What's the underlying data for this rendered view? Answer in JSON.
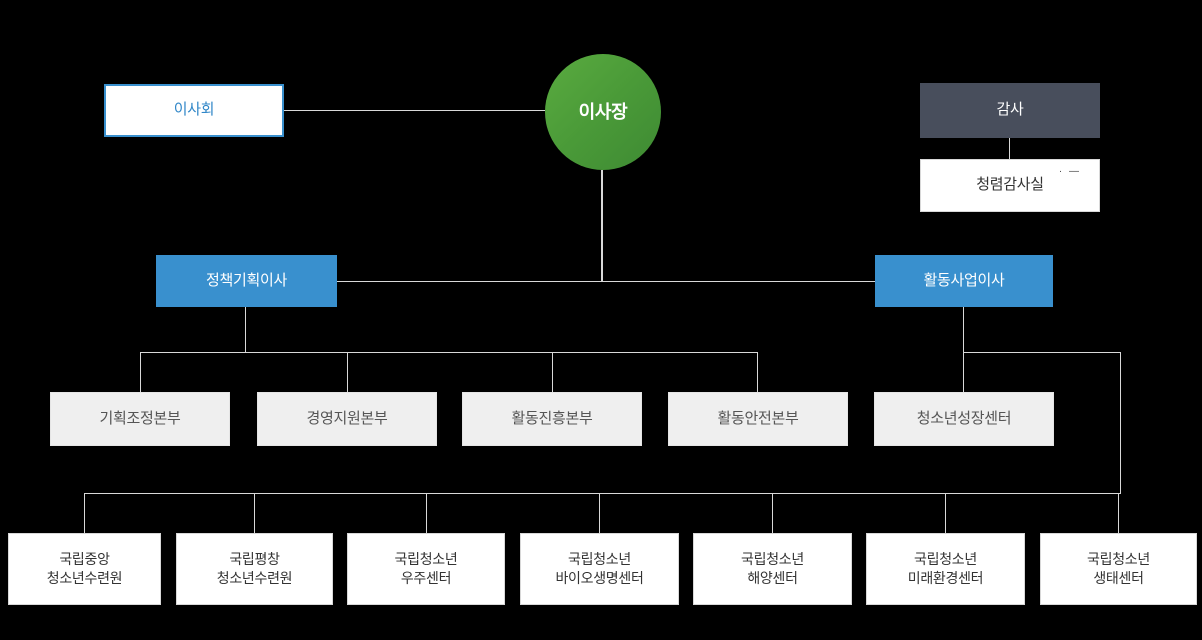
{
  "org_chart": {
    "chairman": "이사장",
    "board": "이사회",
    "auditor": "감사",
    "audit_office": "청렴감사실",
    "audit_office_mark": "· —",
    "directors": [
      {
        "label": "정책기획이사"
      },
      {
        "label": "활동사업이사"
      }
    ],
    "headquarters": [
      {
        "label": "기획조정본부"
      },
      {
        "label": "경영지원본부"
      },
      {
        "label": "활동진흥본부"
      },
      {
        "label": "활동안전본부"
      },
      {
        "label": "청소년성장센터"
      }
    ],
    "national_centers": [
      {
        "line1": "국립중앙",
        "line2": "청소년수련원"
      },
      {
        "line1": "국립평창",
        "line2": "청소년수련원"
      },
      {
        "line1": "국립청소년",
        "line2": "우주센터"
      },
      {
        "line1": "국립청소년",
        "line2": "바이오생명센터"
      },
      {
        "line1": "국립청소년",
        "line2": "해양센터"
      },
      {
        "line1": "국립청소년",
        "line2": "미래환경센터"
      },
      {
        "line1": "국립청소년",
        "line2": "생태센터"
      }
    ],
    "colors": {
      "background": "#000000",
      "chairman_green_light": "#5aab40",
      "chairman_green_dark": "#3e8a33",
      "director_blue": "#3990ce",
      "board_border_blue": "#3990ce",
      "auditor_slate": "#484e5c",
      "hq_gray_bg": "#efefef",
      "connector_gray": "#d9d9d9"
    }
  }
}
